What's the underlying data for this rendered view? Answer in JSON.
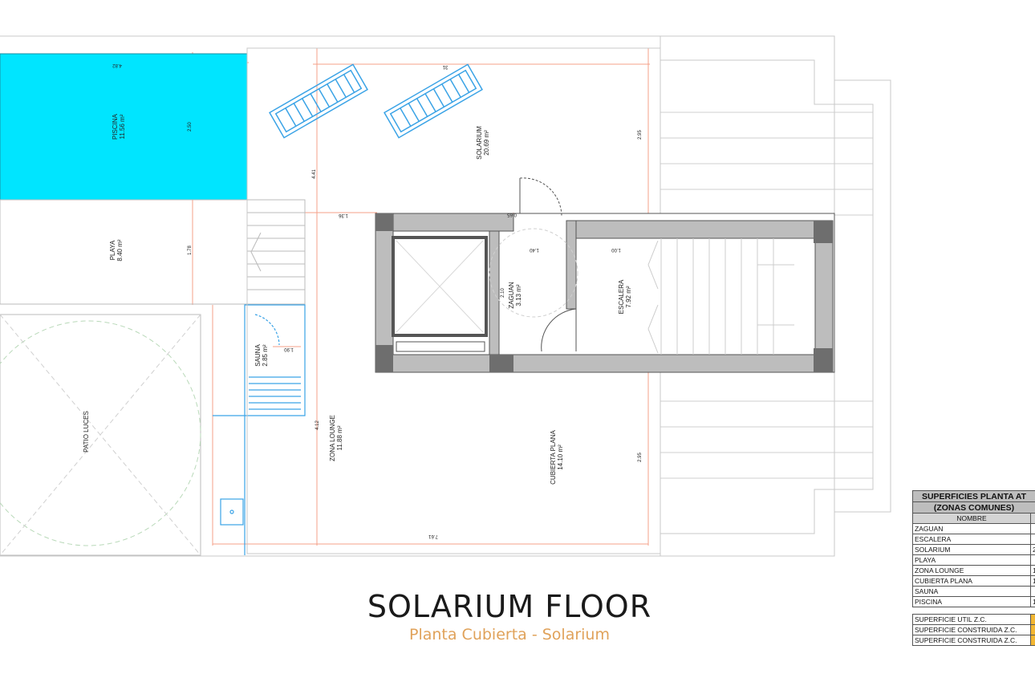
{
  "plan": {
    "rooms": {
      "piscina": {
        "name": "PISCINA",
        "area": "11.56 m²"
      },
      "playa": {
        "name": "PLAYA",
        "area": "8.40 m²"
      },
      "patio": {
        "name": "PATIO LUCES"
      },
      "solarium": {
        "name": "SOLARIUM",
        "area": "20.69 m²"
      },
      "zaguan": {
        "name": "ZAGUAN",
        "area": "3.13 m²"
      },
      "escalera": {
        "name": "ESCALERA",
        "area": "7.92 m²"
      },
      "sauna": {
        "name": "SAUNA",
        "area": "2.85 m²"
      },
      "zona_lounge": {
        "name": "ZONA LOUNGE",
        "area": "11.88 m²"
      },
      "cubierta": {
        "name": "CUBIERTA PLANA",
        "area": "14.10 m²"
      }
    },
    "dimensions": {
      "pool_width": "4.82",
      "pool_height": "2.50",
      "playa_height": "1.78",
      "left_vertical": "4.41",
      "top_left": "1.36",
      "top_right_vertical": "2.95",
      "top_small": "0.65",
      "zaguan_width": "1.40",
      "escalera_width": "1.00",
      "zaguan_height": "2.10",
      "sauna_width": "1.90",
      "lounge_vertical": "4.12",
      "bottom_right_vertical": "2.95",
      "bottom_width": "7.61",
      "lounger_dim": "31"
    }
  },
  "title": {
    "main": "SOLARIUM FLOOR",
    "sub": "Planta Cubierta - Solarium"
  },
  "area_table": {
    "title_line1": "SUPERFICIES PLANTA AT",
    "title_line2": "(ZONAS COMUNES)",
    "col_header": "NOMBRE",
    "rows": [
      "ZAGUAN",
      "ESCALERA",
      "SOLARIUM",
      "PLAYA",
      "ZONA LOUNGE",
      "CUBIERTA PLANA",
      "SAUNA",
      "PISCINA"
    ],
    "row_values": [
      "",
      "",
      "2",
      "",
      "1",
      "1",
      "",
      "1"
    ],
    "summary": [
      "SUPERFICIE UTIL Z.C.",
      "SUPERFICIE CONSTRUIDA Z.C.",
      "SUPERFICIE CONSTRUIDA Z.C."
    ]
  },
  "colors": {
    "pool": "#00e5ff",
    "furniture": "#3aa3e6",
    "dimension_line": "#f4a08a",
    "wall": "#bdbdbd",
    "wall_column": "#6e6e6e",
    "subtitle": "#e0a25a",
    "table_highlight": "#f2b632"
  }
}
